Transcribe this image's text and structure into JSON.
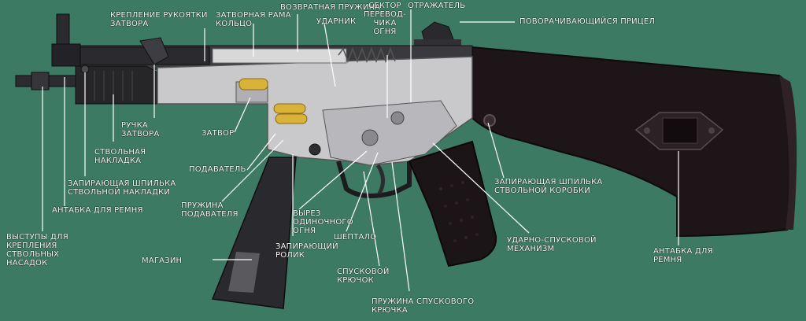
{
  "colors": {
    "background": "#3d7a63",
    "stock": "#1e1518",
    "metal_dark": "#2a2a2e",
    "metal_light": "#c9c9cc",
    "receiver_cut": "#d8d8d8",
    "cartridge": "#d9b23a",
    "leader_line": "#ffffff",
    "label_text": "#ffffff"
  },
  "labels": {
    "handle_mount": "КРЕПЛЕНИЕ РУКОЯТКИ\nЗАТВОРА",
    "bolt_carrier": "ЗАТВОРНАЯ РАМА\nКОЛЬЦО",
    "recoil_spring": "ВОЗВРАТНАЯ ПРУЖИНА",
    "striker": "УДАРНИК",
    "fire_selector": "СЕКТОР\nПЕРЕВОД-\nЧИКА\nОГНЯ",
    "ejector": "ОТРАЖАТЕЛЬ",
    "rotating_sight": "ПОВОРАЧИВАЮЩИЙСЯ ПРИЦЕЛ",
    "cocking_handle": "РУЧКА\nЗАТВОРА",
    "bolt": "ЗАТВОР",
    "handguard": "СТВОЛЬНАЯ\nНАКЛАДКА",
    "handguard_pin": "ЗАПИРАЮЩАЯ ШПИЛЬКА\nСТВОЛЬНОЙ НАКЛАДКИ",
    "feeder": "ПОДАВАТЕЛЬ",
    "feeder_spring": "ПРУЖИНА\nПОДАВАТЕЛЯ",
    "sling_swivel_front": "АНТАБКА ДЛЯ РЕМНЯ",
    "muzzle_lugs": "ВЫСТУПЫ ДЛЯ\nКРЕПЛЕНИЯ\nСТВОЛЬНЫХ\nНАСАДОК",
    "single_fire_cutout": "ВЫРЕЗ\nОДИНОЧНОГО\nОГНЯ",
    "sear": "ШЕПТАЛО",
    "locking_roller": "ЗАПИРАЮЩИЙ\nРОЛИК",
    "magazine": "МАГАЗИН",
    "trigger": "СПУСКОВОЙ\nКРЮЧОК",
    "trigger_spring": "ПРУЖИНА СПУСКОВОГО\nКРЮЧКА",
    "trigger_mechanism": "УДАРНО-СПУСКОВОЙ\nМЕХАНИЗМ",
    "receiver_pin": "ЗАПИРАЮЩАЯ ШПИЛЬКА\nСТВОЛЬНОЙ КОРОБКИ",
    "sling_swivel_rear": "АНТАБКА ДЛЯ\nРЕМНЯ"
  }
}
